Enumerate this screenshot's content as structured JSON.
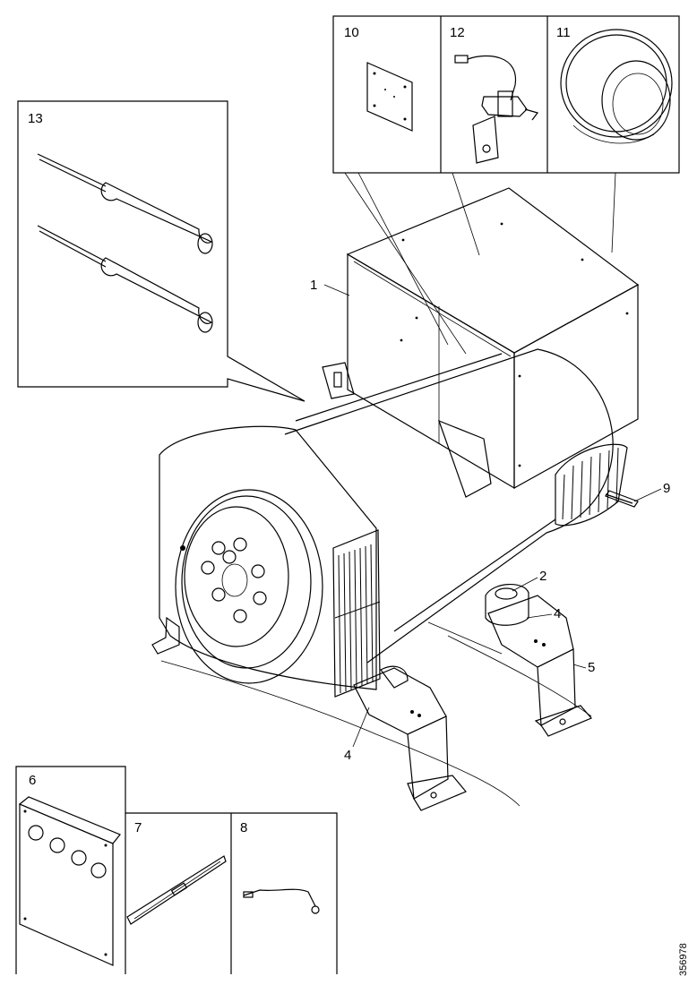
{
  "callouts": {
    "c1": "1",
    "c2": "2",
    "c4a": "4",
    "c4b": "4",
    "c5": "5",
    "c6": "6",
    "c7": "7",
    "c8": "8",
    "c9": "9",
    "c10": "10",
    "c11": "11",
    "c12": "12",
    "c13": "13"
  },
  "document_number": "356978"
}
